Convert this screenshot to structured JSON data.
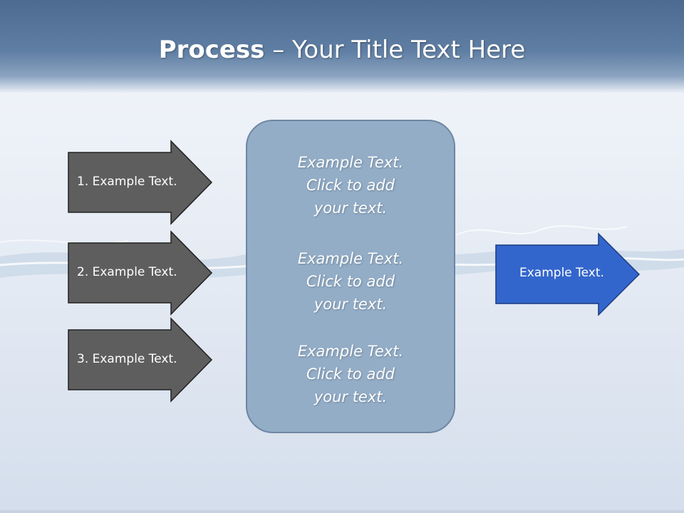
{
  "title": {
    "bold": "Process",
    "rest": " – Your Title Text Here"
  },
  "inputs": [
    {
      "label": "1. Example Text."
    },
    {
      "label": "2. Example Text."
    },
    {
      "label": "3. Example Text."
    }
  ],
  "center_blocks": [
    {
      "line1": "Example Text.",
      "line2": "Click  to add",
      "line3": "your text."
    },
    {
      "line1": "Example Text.",
      "line2": "Click  to add",
      "line3": "your text."
    },
    {
      "line1": "Example Text.",
      "line2": "Click  to add",
      "line3": "your text."
    }
  ],
  "output": {
    "label": "Example Text."
  },
  "colors": {
    "input_arrow": "#5e5e5e",
    "output_arrow": "#3366cc",
    "center_box": "#93adc7",
    "header": "#5f7ea3"
  }
}
